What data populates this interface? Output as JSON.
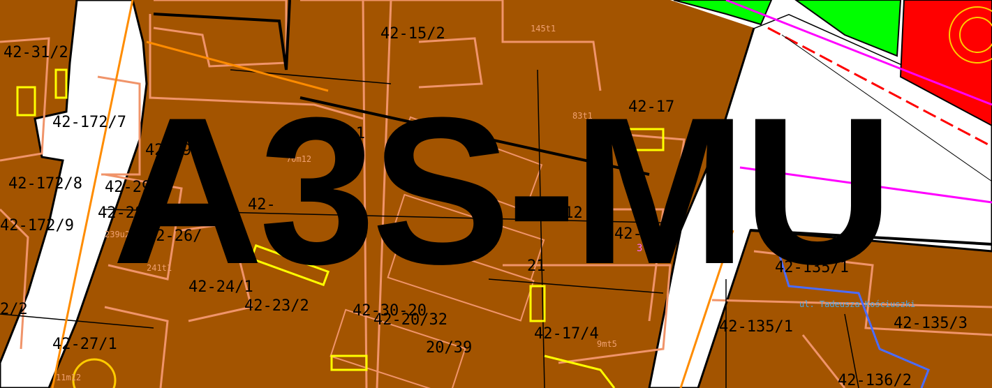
{
  "overlay_text": "A3S-MU",
  "colors": {
    "parcel_fill": "#a35400",
    "street": "#ffffff",
    "green_zone": "#00ff00",
    "red_zone": "#ff0000",
    "parcel_outline": "#f0946a",
    "boundary": "#000000",
    "highlight": "#ffff00",
    "pink_line": "#ff00ff",
    "blue_line": "#4a6cff"
  },
  "labels": {
    "l1": "42-15/2",
    "l2": "145t1",
    "l3": "42-31/2",
    "l4": "42-172/7",
    "l5": "42-29",
    "l6": "42-172/8",
    "l7": "42-29/3",
    "l8": "42-28/1",
    "l9": "42-172/9",
    "l10": "42-26/",
    "l11": "239u2",
    "l12": "241t1",
    "l13": "42-24/1",
    "l14": "42-23/2",
    "l15": "42-27/1",
    "l16": "2/2",
    "l17": "42-1",
    "l18": "42-",
    "l19": "83t1",
    "l20": "42-17",
    "l21": "70m12",
    "l22": "42-30-20",
    "l23": "42-20/32",
    "l24": "20/39",
    "l25": "42-17/4",
    "l26": "9mt5",
    "l27": "42-16/1",
    "l28": "3",
    "l29": "/12",
    "l30": "21",
    "l31": "42-135/1",
    "l32": "42-135/1",
    "l33": "42-135/3",
    "l34": "42-136/2",
    "l35": "ul. Tadeusza Kościuszki",
    "l36": "11m12"
  }
}
